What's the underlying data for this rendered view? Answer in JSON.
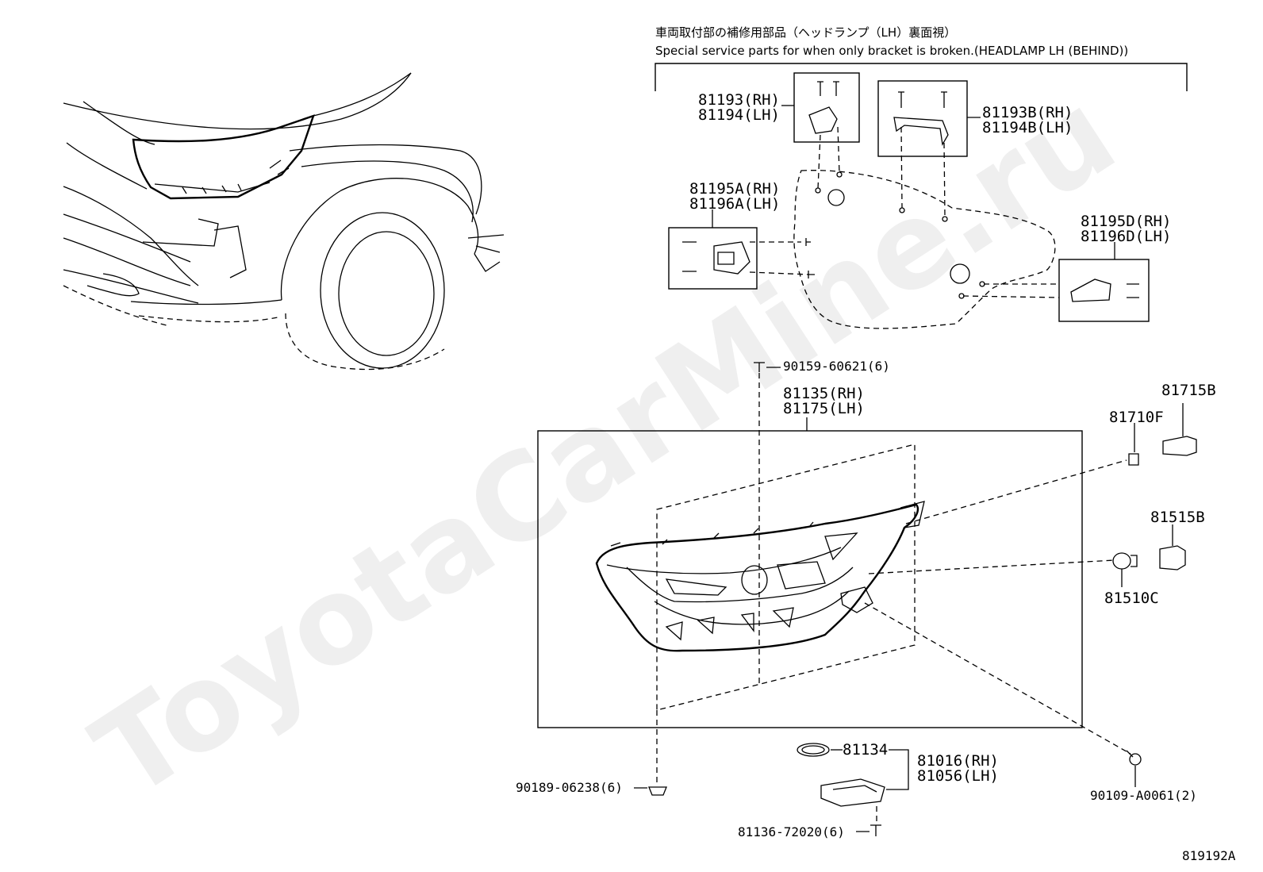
{
  "header": {
    "japanese": "車両取付部の補修用部品（ヘッドランプ（LH）裏面視）",
    "english": "Special service parts for when only bracket is broken.(HEADLAMP LH (BEHIND))"
  },
  "watermark": "ToyotaCarMine.ru",
  "diagram_id": "819192A",
  "labels": {
    "p81193": "81193(RH)",
    "p81194": "81194(LH)",
    "p81193b": "81193B(RH)",
    "p81194b": "81194B(LH)",
    "p81195a": "81195A(RH)",
    "p81196a": "81196A(LH)",
    "p81195d": "81195D(RH)",
    "p81196d": "81196D(LH)",
    "p90159": "90159-60621(6)",
    "p81135": "81135(RH)",
    "p81175": "81175(LH)",
    "p81715b": "81715B",
    "p81710f": "81710F",
    "p81515b": "81515B",
    "p81510c": "81510C",
    "p81134": "81134",
    "p81016": "81016(RH)",
    "p81056": "81056(LH)",
    "p90189": "90189-06238(6)",
    "p90109": "90109-A0061(2)",
    "p81136": "81136-72020(6)"
  }
}
